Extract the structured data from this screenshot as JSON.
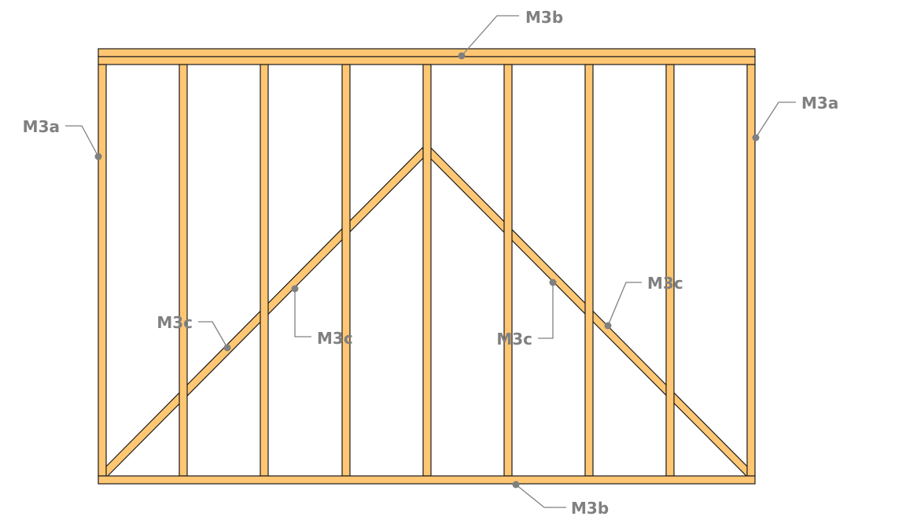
{
  "colors": {
    "timber_fill": "#FFC773",
    "timber_outline": "#1a1a1a",
    "leader": "#808080",
    "label_text": "#808080",
    "background": "#ffffff"
  },
  "labels": {
    "top_plate": "M3b",
    "bottom_plate": "M3b",
    "left_end_stud": "M3a",
    "right_end_stud": "M3a",
    "brace_left_lower": "M3c",
    "brace_left_upper": "M3c",
    "brace_right_upper": "M3c",
    "brace_right_lower": "M3c"
  }
}
